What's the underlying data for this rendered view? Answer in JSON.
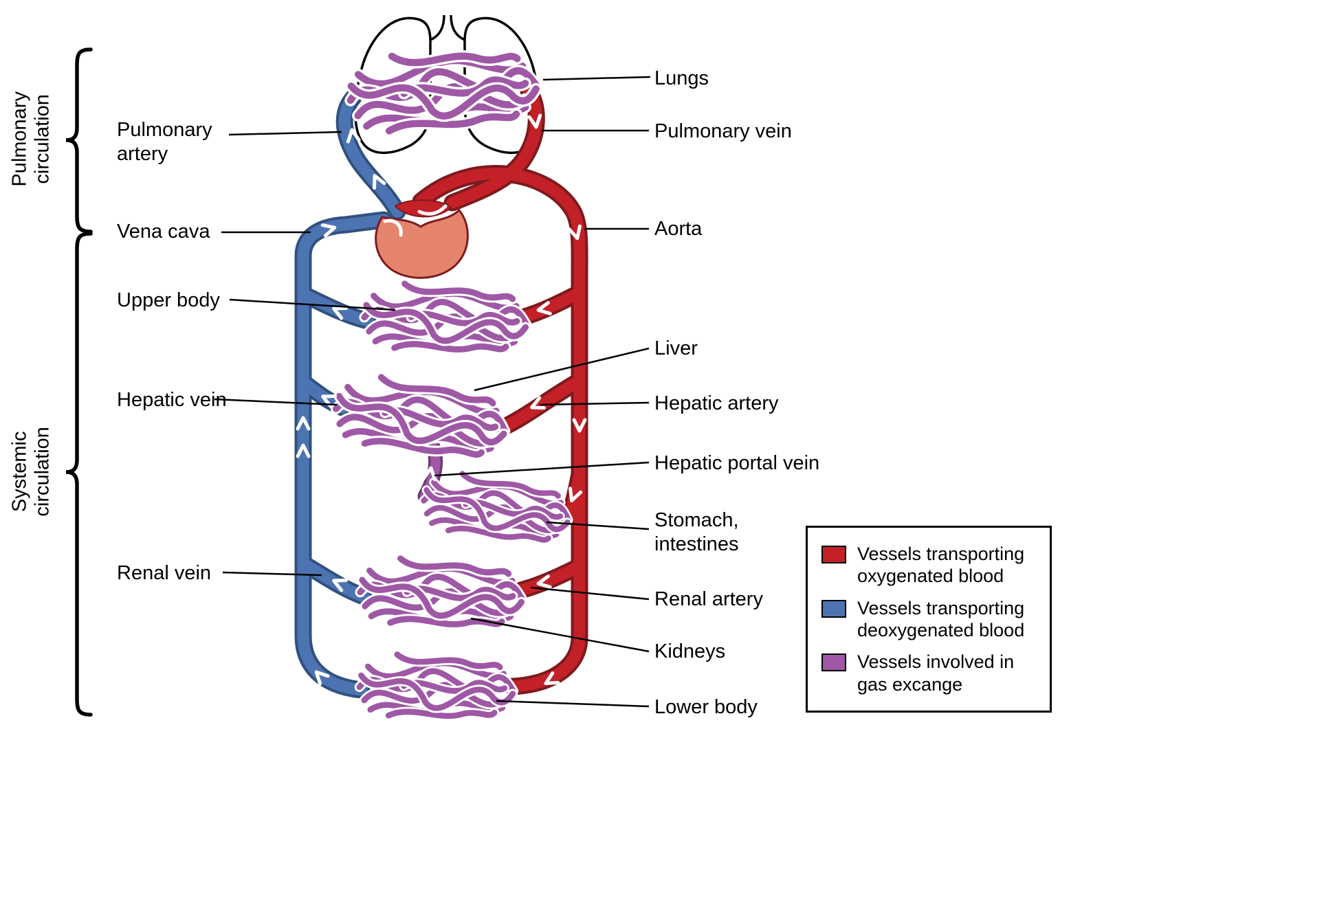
{
  "colors": {
    "oxygenated": "#c32127",
    "oxygenated_dark": "#7e1a1e",
    "deoxygenated": "#4d74b2",
    "deoxygenated_dark": "#31507f",
    "capillary": "#9e58a5",
    "capillary_dark": "#6e3c77",
    "heart_fill": "#e5846c"
  },
  "side_labels": {
    "pulmonary": "Pulmonary\ncirculation",
    "systemic": "Systemic\ncirculation"
  },
  "labels": {
    "lungs": "Lungs",
    "pulmonary_artery": "Pulmonary\nartery",
    "pulmonary_vein": "Pulmonary vein",
    "vena_cava": "Vena cava",
    "aorta": "Aorta",
    "upper_body": "Upper body",
    "liver": "Liver",
    "hepatic_vein": "Hepatic vein",
    "hepatic_artery": "Hepatic artery",
    "hepatic_portal_vein": "Hepatic portal vein",
    "stomach_intestines": "Stomach,\nintestines",
    "renal_vein": "Renal vein",
    "renal_artery": "Renal artery",
    "kidneys": "Kidneys",
    "lower_body": "Lower body"
  },
  "legend": {
    "items": [
      {
        "color_key": "oxygenated",
        "label": "Vessels transporting\noxygenated blood"
      },
      {
        "color_key": "deoxygenated",
        "label": "Vessels transporting\ndeoxygenated blood"
      },
      {
        "color_key": "capillary",
        "label": "Vessels involved in\ngas excange"
      }
    ]
  }
}
